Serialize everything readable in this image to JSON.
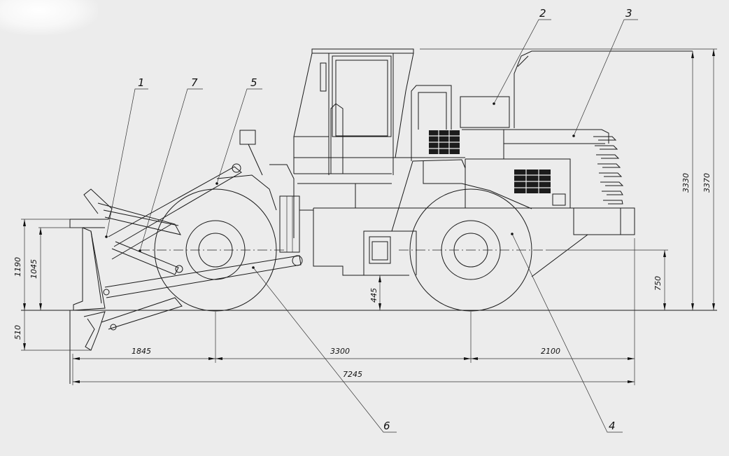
{
  "dimensions": {
    "blade_height": "1190",
    "blade_lift": "1045",
    "blade_depth": "510",
    "ground_clearance": "445",
    "rear_axle_height": "750",
    "cab_height": "3330",
    "overall_height": "3370",
    "front_overhang": "1845",
    "wheelbase": "3300",
    "rear_overhang": "2100",
    "overall_length": "7245"
  },
  "callouts": [
    "1",
    "2",
    "3",
    "4",
    "5",
    "6",
    "7"
  ]
}
